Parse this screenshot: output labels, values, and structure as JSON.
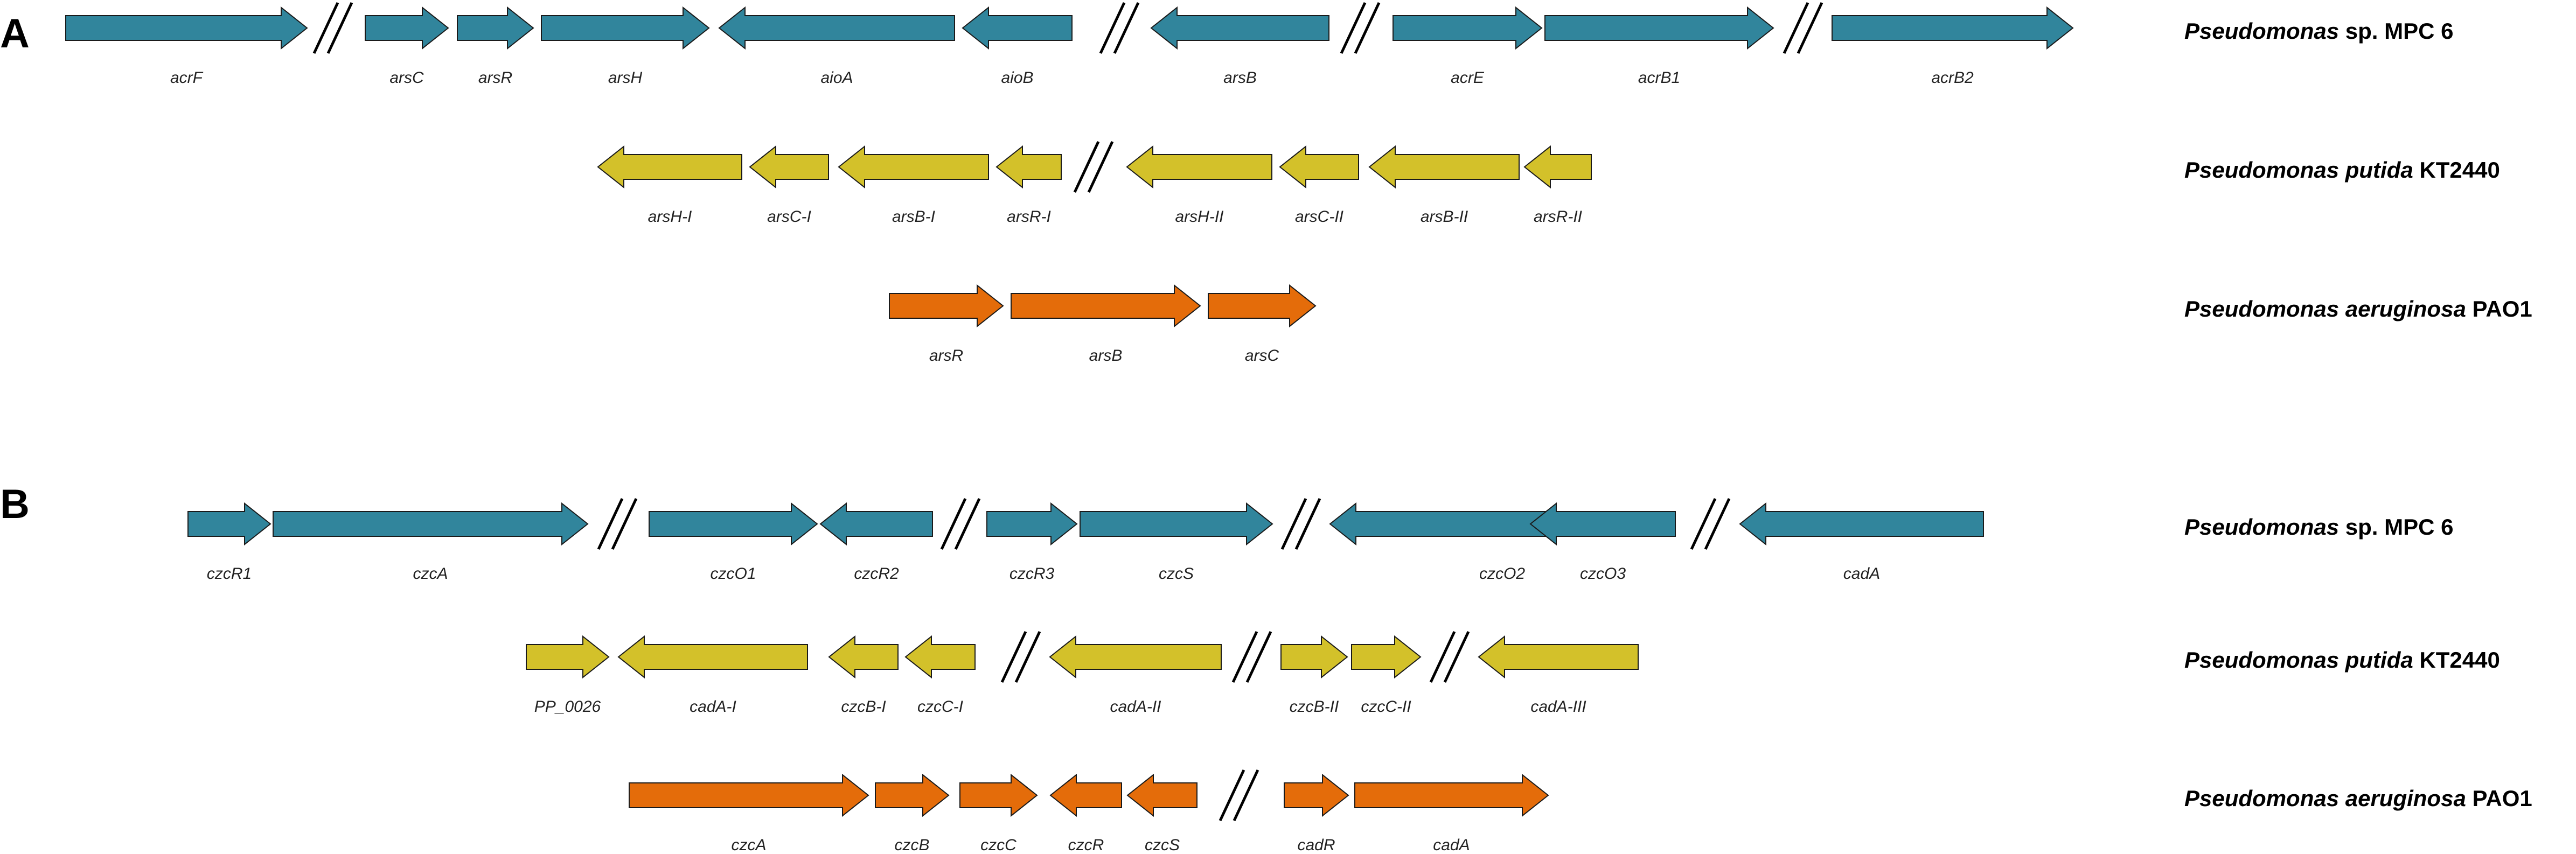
{
  "colors": {
    "mpc6": "#31859C",
    "kt2440": "#D3C12A",
    "pao1": "#E46C0A",
    "outline": "#1a1a1a"
  },
  "panels": [
    {
      "letter": "A",
      "rows": [
        {
          "organism": {
            "genus": "Pseudomonas",
            "rest": " sp. MPC 6"
          },
          "color_key": "mpc6",
          "genes": [
            {
              "name": "acrF",
              "dir": "right"
            },
            {
              "name": "arsC",
              "dir": "right"
            },
            {
              "name": "arsR",
              "dir": "right"
            },
            {
              "name": "arsH",
              "dir": "right"
            },
            {
              "name": "aioA",
              "dir": "left"
            },
            {
              "name": "aioB",
              "dir": "left"
            },
            {
              "name": "arsB",
              "dir": "left"
            },
            {
              "name": "acrE",
              "dir": "right"
            },
            {
              "name": "acrB1",
              "dir": "right"
            },
            {
              "name": "acrB2",
              "dir": "right"
            }
          ]
        },
        {
          "organism": {
            "genus": "Pseudomonas putida",
            "rest": " KT2440"
          },
          "color_key": "kt2440",
          "genes": [
            {
              "name": "arsH-I",
              "dir": "left"
            },
            {
              "name": "arsC-I",
              "dir": "left"
            },
            {
              "name": "arsB-I",
              "dir": "left"
            },
            {
              "name": "arsR-I",
              "dir": "left"
            },
            {
              "name": "arsH-II",
              "dir": "left"
            },
            {
              "name": "arsC-II",
              "dir": "left"
            },
            {
              "name": "arsB-II",
              "dir": "left"
            },
            {
              "name": "arsR-II",
              "dir": "left"
            }
          ]
        },
        {
          "organism": {
            "genus": "Pseudomonas aeruginosa",
            "rest": " PAO1"
          },
          "color_key": "pao1",
          "genes": [
            {
              "name": "arsR",
              "dir": "right"
            },
            {
              "name": "arsB",
              "dir": "right"
            },
            {
              "name": "arsC",
              "dir": "right"
            }
          ]
        }
      ]
    },
    {
      "letter": "B",
      "rows": [
        {
          "organism": {
            "genus": "Pseudomonas",
            "rest": " sp. MPC 6"
          },
          "color_key": "mpc6",
          "genes": [
            {
              "name": "czcR1",
              "dir": "right"
            },
            {
              "name": "czcA",
              "dir": "right"
            },
            {
              "name": "czcO1",
              "dir": "right"
            },
            {
              "name": "czcR2",
              "dir": "left"
            },
            {
              "name": "czcR3",
              "dir": "right"
            },
            {
              "name": "czcS",
              "dir": "right"
            },
            {
              "name": "czcO2",
              "dir": "left"
            },
            {
              "name": "czcO3",
              "dir": "left"
            },
            {
              "name": "cadA",
              "dir": "left"
            }
          ]
        },
        {
          "organism": {
            "genus": "Pseudomonas putida",
            "rest": " KT2440"
          },
          "color_key": "kt2440",
          "genes": [
            {
              "name": "PP_0026",
              "dir": "right"
            },
            {
              "name": "cadA-I",
              "dir": "left"
            },
            {
              "name": "czcB-I",
              "dir": "left"
            },
            {
              "name": "czcC-I",
              "dir": "left"
            },
            {
              "name": "cadA-II",
              "dir": "left"
            },
            {
              "name": "czcB-II",
              "dir": "right"
            },
            {
              "name": "czcC-II",
              "dir": "right"
            },
            {
              "name": "cadA-III",
              "dir": "left"
            }
          ]
        },
        {
          "organism": {
            "genus": "Pseudomonas aeruginosa",
            "rest": " PAO1"
          },
          "color_key": "pao1",
          "genes": [
            {
              "name": "czcA",
              "dir": "right"
            },
            {
              "name": "czcB",
              "dir": "right"
            },
            {
              "name": "czcC",
              "dir": "right"
            },
            {
              "name": "czcR",
              "dir": "left"
            },
            {
              "name": "czcS",
              "dir": "left"
            },
            {
              "name": "cadR",
              "dir": "right"
            },
            {
              "name": "cadA",
              "dir": "right"
            }
          ]
        }
      ]
    }
  ]
}
